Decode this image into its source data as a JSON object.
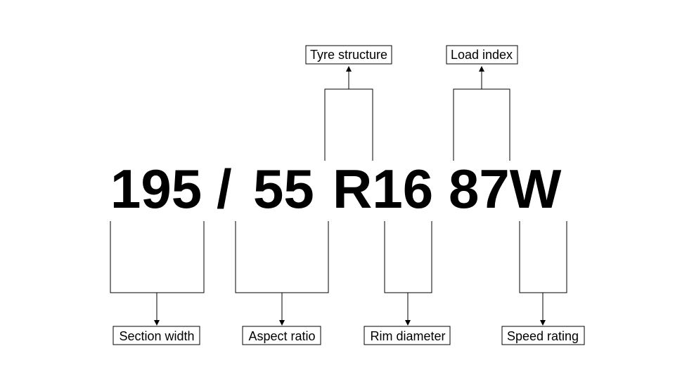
{
  "tyre_code": {
    "size_width": "195",
    "separator": "/",
    "aspect": "55",
    "rim": "R16",
    "service": "87W"
  },
  "labels": {
    "tyre_structure": "Tyre structure",
    "load_index": "Load index",
    "section_width": "Section width",
    "aspect_ratio": "Aspect ratio",
    "rim_diameter": "Rim diameter",
    "speed_rating": "Speed rating"
  },
  "colors": {
    "ink": "#000000",
    "background": "#ffffff"
  }
}
